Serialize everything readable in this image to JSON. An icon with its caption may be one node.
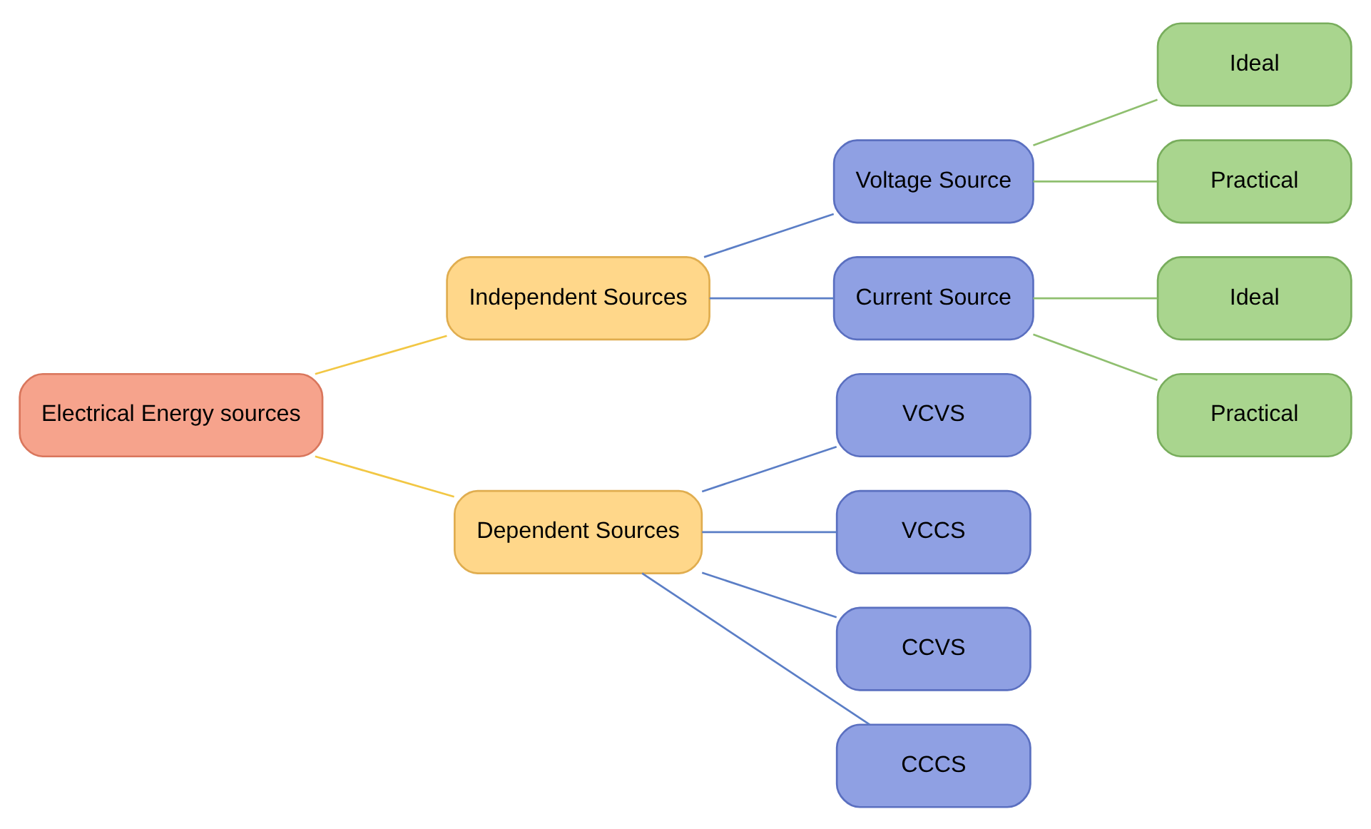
{
  "diagram": {
    "nodes": [
      {
        "text": [
          "Electrical Energy sources"
        ]
      },
      {
        "text": [
          "Independent Sources"
        ]
      },
      {
        "text": [
          "Voltage Source"
        ]
      },
      {
        "text": [
          "Ideal"
        ]
      },
      {
        "text": [
          "Practical"
        ]
      },
      {
        "text": [
          "Current Source"
        ]
      },
      {
        "text": [
          "Ideal"
        ]
      },
      {
        "text": [
          "Practical"
        ]
      },
      {
        "text": [
          "Dependent Sources"
        ]
      },
      {
        "text": [
          "VCVS"
        ]
      },
      {
        "text": [
          "VCCS"
        ]
      },
      {
        "text": [
          "CCVS"
        ]
      },
      {
        "text": [
          "CCCS"
        ]
      }
    ],
    "edges": [
      {
        "from": 0,
        "to": 1,
        "arrow": "none",
        "color": "#f2c744"
      },
      {
        "from": 0,
        "to": 8,
        "arrow": "none",
        "color": "#f2c744"
      },
      {
        "from": 1,
        "to": 2,
        "arrow": "none"
      },
      {
        "from": 1,
        "to": 5,
        "arrow": "none"
      },
      {
        "from": 2,
        "to": 3,
        "arrow": "none",
        "color": "#8fbf6f"
      },
      {
        "from": 2,
        "to": 4,
        "arrow": "none",
        "color": "#8fbf6f"
      },
      {
        "from": 5,
        "to": 6,
        "arrow": "none",
        "color": "#8fbf6f"
      },
      {
        "from": 5,
        "to": 7,
        "arrow": "none",
        "color": "#8fbf6f"
      },
      {
        "from": 8,
        "to": 9,
        "arrow": "none"
      },
      {
        "from": 8,
        "to": 10,
        "arrow": "none"
      },
      {
        "from": 8,
        "to": 11,
        "arrow": "none"
      },
      {
        "from": 8,
        "to": 12,
        "arrow": "none"
      }
    ]
  }
}
